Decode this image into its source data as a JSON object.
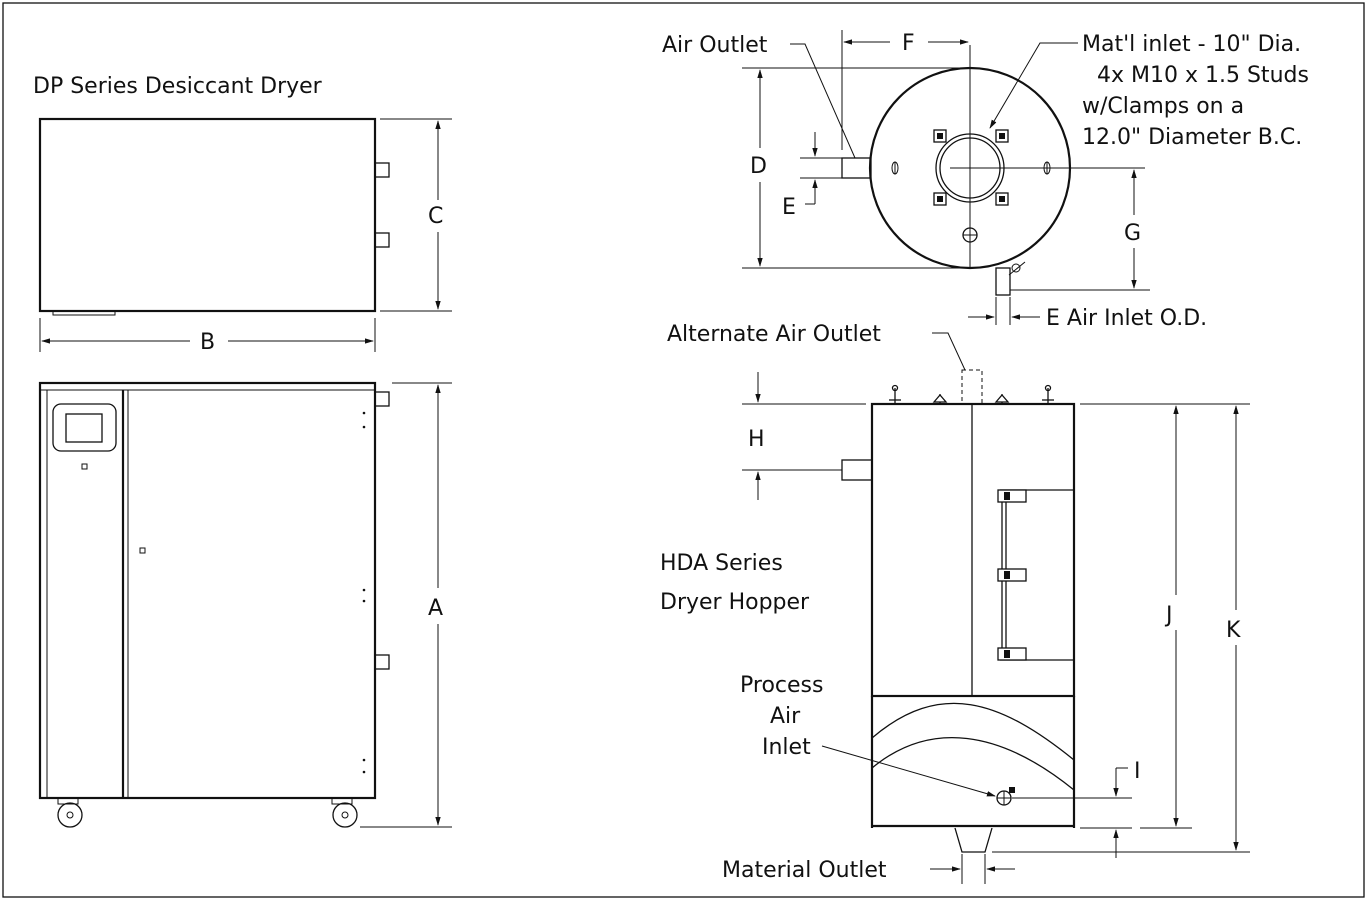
{
  "dp_dryer": {
    "title": "DP Series Desiccant Dryer",
    "dim_a": "A",
    "dim_b": "B",
    "dim_c": "C"
  },
  "hda_hopper": {
    "title_line1": "HDA Series",
    "title_line2": "Dryer Hopper",
    "air_outlet": "Air Outlet",
    "dim_f": "F",
    "dim_d": "D",
    "dim_e": "E",
    "dim_g": "G",
    "dim_h": "H",
    "dim_i": "I",
    "dim_j": "J",
    "dim_k": "K",
    "inlet_note": [
      "Mat'l inlet - 10\" Dia.",
      "4x M10 x 1.5 Studs",
      "w/Clamps on a",
      "12.0\" Diameter B.C."
    ],
    "air_inlet_od": "E Air Inlet O.D.",
    "alternate_air_outlet": "Alternate Air Outlet",
    "process_air_inlet": [
      "Process",
      "Air",
      "Inlet"
    ],
    "material_outlet": "Material Outlet"
  }
}
